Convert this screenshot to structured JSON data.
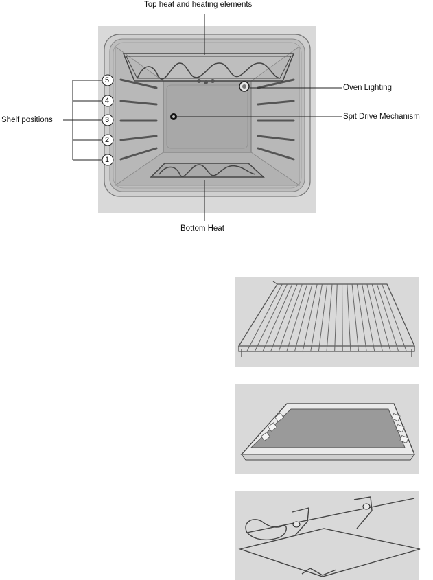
{
  "diagram": {
    "labels": {
      "top_heat": "Top heat and heating elements",
      "oven_lighting": "Oven Lighting",
      "spit_drive": "Spit Drive Mechanism",
      "shelf_positions": "Shelf positions",
      "bottom_heat": "Bottom Heat"
    },
    "shelf_numbers": [
      "5",
      "4",
      "3",
      "2",
      "1"
    ]
  },
  "colors": {
    "panel_background": "#d9d9d9",
    "oven_interior": "#bdbdbd",
    "back_wall": "#a8a8a8",
    "line": "#333333"
  },
  "accessories": [
    {
      "name": "wire-shelf"
    },
    {
      "name": "baking-tray"
    },
    {
      "name": "rotisserie-spit"
    }
  ]
}
